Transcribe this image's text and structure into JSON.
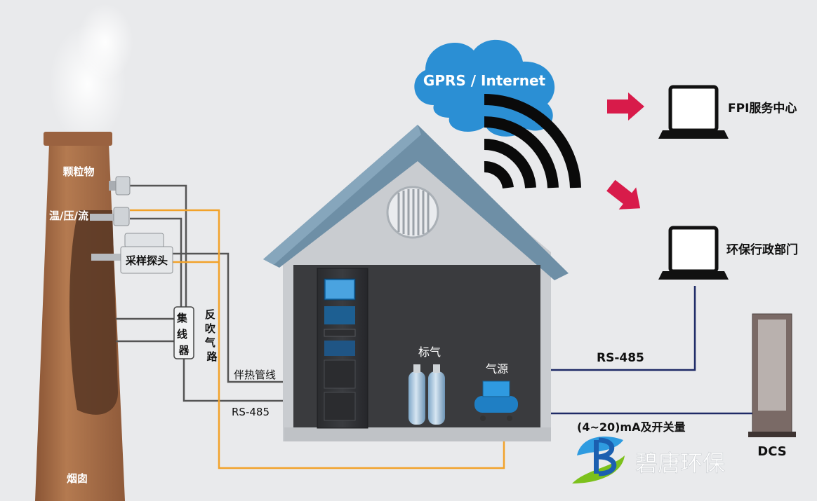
{
  "labels": {
    "cloud": "GPRS / Internet",
    "fpi_center": "FPI服务中心",
    "epa_department": "环保行政部门",
    "particulate": "颗粒物",
    "temp_pressure_flow": "温/压/流",
    "sampling_probe": "采样探头",
    "junction_box": "集线器",
    "backflush_line": "反吹气路",
    "heated_line": "伴热管线",
    "rs485_inner": "RS-485",
    "rs485_outer": "RS-485",
    "standard_gas": "标气",
    "air_source": "气源",
    "analog_signal": "(4~20)mA及开关量",
    "dcs": "DCS",
    "chimney": "烟囱",
    "brand": "碧唐环保"
  },
  "colors": {
    "cloud": "#2b8fd4",
    "arrow": "#d81b4a",
    "chimney": "#a46a45",
    "roof": "#6e8fa6",
    "house_wall": "#c9ccd0",
    "room": "#3a3b3e",
    "orange_line": "#f2a22a",
    "gray_line": "#555555",
    "navy_line": "#1e2a66"
  },
  "icons": [
    "wifi-icon",
    "laptop-icon",
    "arrow-right-icon",
    "gas-cylinder-icon",
    "air-compressor-icon",
    "server-tower-icon",
    "analyzer-cabinet-icon",
    "vent-icon"
  ]
}
